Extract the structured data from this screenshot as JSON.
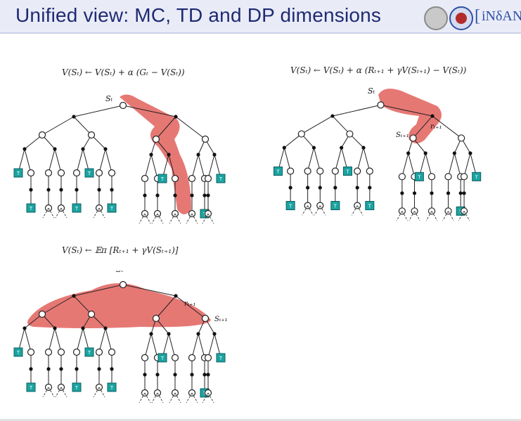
{
  "slide": {
    "title": "Unified view: MC, TD and DP dimensions",
    "logo_text": "iNδAN",
    "logo_bracket": "[",
    "colors": {
      "header_bg": "#e9ecf7",
      "title": "#1f2a73",
      "highlight": "#e05a55",
      "terminal": "#1aa3a1"
    }
  },
  "panels": {
    "mc": {
      "formula": "V(Sₜ) ← V(Sₜ) + α (Gₜ − V(Sₜ))",
      "label_s": "Sₜ"
    },
    "td": {
      "formula": "V(Sₜ) ← V(Sₜ) + α (Rₜ₊₁ + γV(Sₜ₊₁) − V(Sₜ))",
      "label_s": "Sₜ",
      "label_r": "rₜ₊₁",
      "label_s_next": "Sₜ₊₁"
    },
    "dp": {
      "formula": "V(Sₜ) ← 𝔼π [Rₜ₊₁ + γV(Sₜ₊₁)]",
      "label_s": "Sₜ",
      "label_r": "rₜ₊₁",
      "label_s_next": "Sₜ₊₁"
    }
  },
  "terminal_label": "T"
}
